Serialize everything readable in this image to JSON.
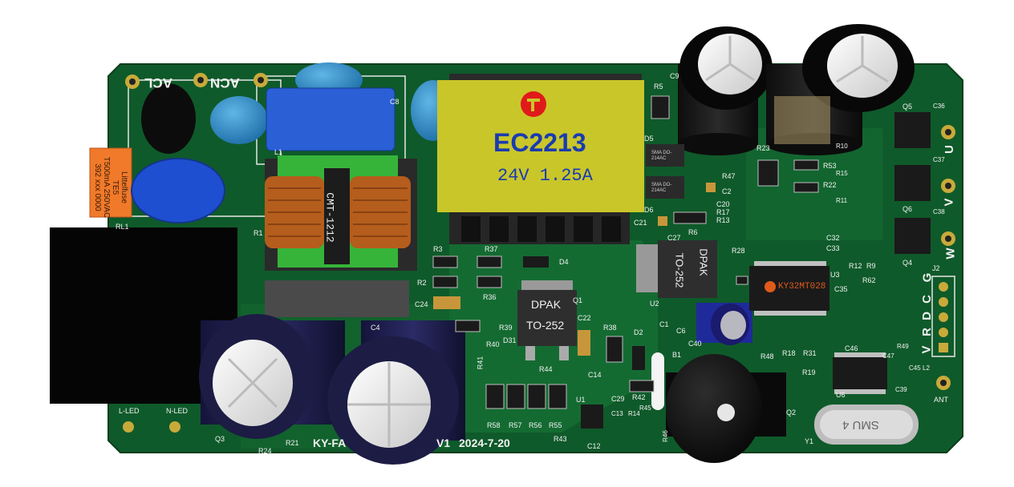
{
  "board": {
    "bottom_label_left": "KY-FA",
    "bottom_label_version": "V1",
    "bottom_label_date": "2024-7-20",
    "board_color": "#0f5a2a",
    "trace_color": "#1a7a38"
  },
  "connectors": {
    "acl": "ACL",
    "acn": "ACN",
    "l_led": "L-LED",
    "n_led": "N-LED",
    "ant": "ANT",
    "j2_pins": [
      "G",
      "C",
      "D",
      "R",
      "V"
    ],
    "j2_label": "J2",
    "uvw": [
      "U",
      "V",
      "W"
    ]
  },
  "transformer": {
    "model": "EC2213",
    "rating": "24V 1.25A",
    "color": "#c9c62a"
  },
  "choke": {
    "model": "CMT-1212"
  },
  "fuse": {
    "brand": "Littelfuse",
    "type": "TE5",
    "rating": "T500mA 250VAC",
    "code": "392 xxx 0000"
  },
  "packages": {
    "dpak_1": "DPAK",
    "dpak_1b": "TO-252",
    "dpak_2": "DPAK",
    "dpak_2b": "TO-252"
  },
  "mcu": {
    "model": "KY32MT028",
    "label": "U3"
  },
  "crystal": {
    "marking": "SMU 4",
    "label": "Y1"
  },
  "refs": {
    "C9": "C9",
    "C8": "C8",
    "C4": "C4",
    "C24": "C24",
    "C40": "C40",
    "C6": "C6",
    "C1": "C1",
    "C2": "C2",
    "C20": "C20",
    "C21": "C21",
    "C27": "C27",
    "C22": "C22",
    "C14": "C14",
    "C29": "C29",
    "C12": "C12",
    "C13": "C13",
    "C46": "C46",
    "C47": "C47",
    "C45": "C45",
    "C39": "C39",
    "C36": "C36",
    "C37": "C37",
    "C38": "C38",
    "C32": "C32",
    "C33": "C33",
    "C35": "C35",
    "R5": "R5",
    "R3": "R3",
    "R37": "R37",
    "R2": "R2",
    "R36": "R36",
    "R39": "R39",
    "R40": "R40",
    "R41": "R41",
    "R44": "R44",
    "R38": "R38",
    "R42": "R42",
    "R45": "R45",
    "R14": "R14",
    "R46": "R46",
    "R43": "R43",
    "R58": "R58",
    "R57": "R57",
    "R56": "R56",
    "R55": "R55",
    "R23": "R23",
    "R53": "R53",
    "R22": "R22",
    "R47": "R47",
    "R6": "R6",
    "R13": "R13",
    "R17": "R17",
    "R28": "R28",
    "R62": "R62",
    "R18": "R18",
    "R31": "R31",
    "R19": "R19",
    "R48": "R48",
    "R49": "R49",
    "R10": "R10",
    "R15": "R15",
    "R11": "R11",
    "R12": "R12",
    "R9": "R9",
    "R21": "R21",
    "R24": "R24",
    "R1": "R1",
    "D4": "D4",
    "D5": "D5",
    "D6": "D6",
    "D2": "D2",
    "D31": "D31",
    "Q1": "Q1",
    "Q2": "Q2",
    "Q4": "Q4",
    "Q5": "Q5",
    "Q6": "Q6",
    "Q3": "Q3",
    "U1": "U1",
    "U2": "U2",
    "U6": "U6",
    "L1": "L1",
    "L2": "L2",
    "B1": "B1",
    "RL1": "RL1"
  },
  "diode_marking": "SMA DO-214AC"
}
